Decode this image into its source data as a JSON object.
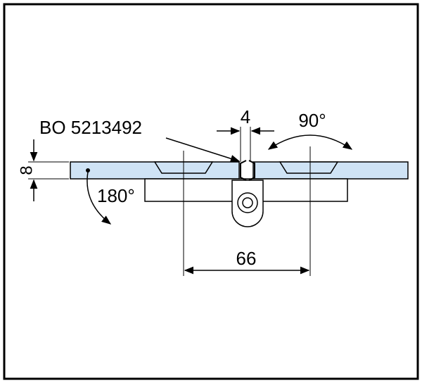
{
  "labels": {
    "part_number": "BO 5213492",
    "gap": "4",
    "opening_angle": "90°",
    "thickness": "8",
    "rotation_angle": "180°",
    "hole_spacing": "66"
  },
  "colors": {
    "glass": "#cfe3f5",
    "line": "#000000",
    "background": "#ffffff"
  }
}
